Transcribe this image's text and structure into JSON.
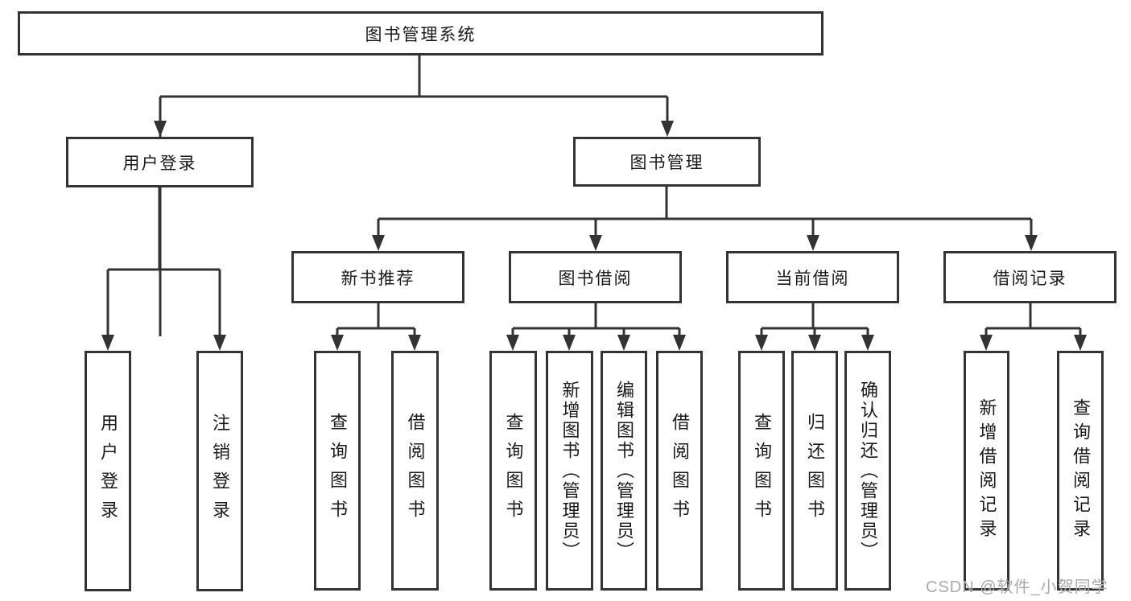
{
  "tree": {
    "root": "图书管理系统",
    "children": [
      {
        "label": "用户登录",
        "children": [
          "用户登录",
          "注销登录"
        ]
      },
      {
        "label": "图书管理",
        "children": [
          {
            "label": "新书推荐",
            "children": [
              "查询图书",
              "借阅图书"
            ]
          },
          {
            "label": "图书借阅",
            "children": [
              "查询图书",
              "新增图书（管理员）",
              "编辑图书（管理员）",
              "借阅图书"
            ]
          },
          {
            "label": "当前借阅",
            "children": [
              "查询图书",
              "归还图书",
              "确认归还（管理员）"
            ]
          },
          {
            "label": "借阅记录",
            "children": [
              "新增借阅记录",
              "查询借阅记录"
            ]
          }
        ]
      }
    ]
  },
  "watermark": {
    "text": "CSDN @软件_小贺同学",
    "color": "#a9a9ae"
  },
  "colors": {
    "background": "#ffffff",
    "box_border": "#333333",
    "connector": "#333333",
    "text": "#1a1a1a"
  }
}
